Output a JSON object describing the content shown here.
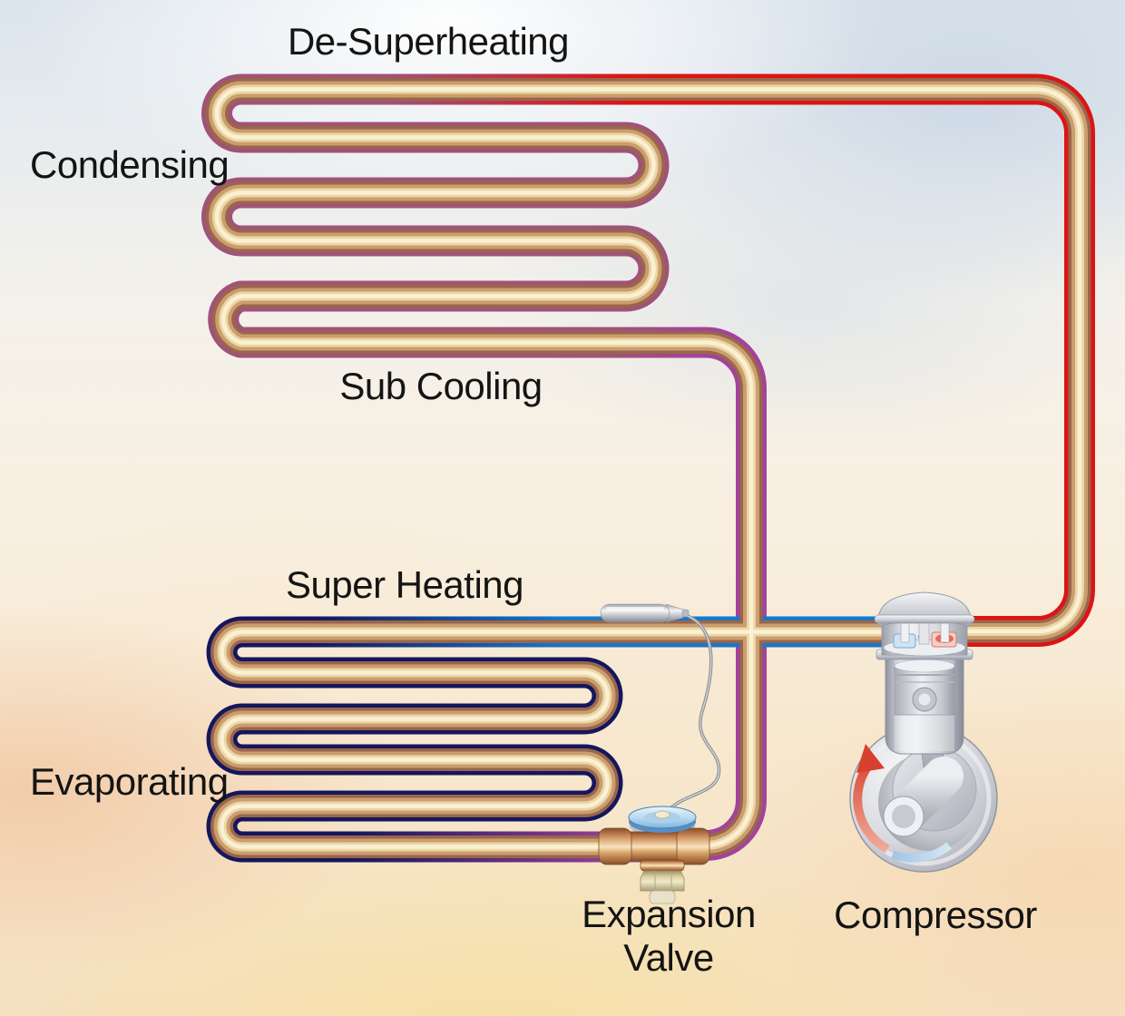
{
  "diagram": {
    "type": "refrigeration-cycle",
    "labels": {
      "de_superheating": "De-Superheating",
      "condensing": "Condensing",
      "sub_cooling": "Sub Cooling",
      "super_heating": "Super Heating",
      "evaporating": "Evaporating",
      "expansion_valve_line1": "Expansion",
      "expansion_valve_line2": "Valve",
      "compressor": "Compressor"
    },
    "colors": {
      "discharge_line_edge": "#dd1414",
      "suction_line_edge": "#1778cc",
      "condenser_coil_edge": "#a0527a",
      "evaporator_coil_edge": "#14165e",
      "liquid_line_edge": "#a3439b",
      "tube_core_tan": "#cb9d6f",
      "tube_highlight": "#faf1d3",
      "label_text": "#141414"
    },
    "components": [
      {
        "name": "condenser-coil",
        "role": "condensing / de-superheating / sub-cooling coil"
      },
      {
        "name": "evaporator-coil",
        "role": "evaporating / super-heating coil"
      },
      {
        "name": "discharge-line",
        "role": "hot gas line from compressor to condenser"
      },
      {
        "name": "suction-line",
        "role": "vapor line from evaporator to compressor"
      },
      {
        "name": "liquid-line",
        "role": "liquid line from condenser to expansion valve"
      },
      {
        "name": "expansion-valve",
        "role": "thermostatic expansion valve"
      },
      {
        "name": "sensing-bulb",
        "role": "TXV sensing bulb on suction line"
      },
      {
        "name": "capillary-tube",
        "role": "bulb capillary to valve diaphragm"
      },
      {
        "name": "compressor",
        "role": "reciprocating piston compressor cutaway"
      }
    ]
  }
}
